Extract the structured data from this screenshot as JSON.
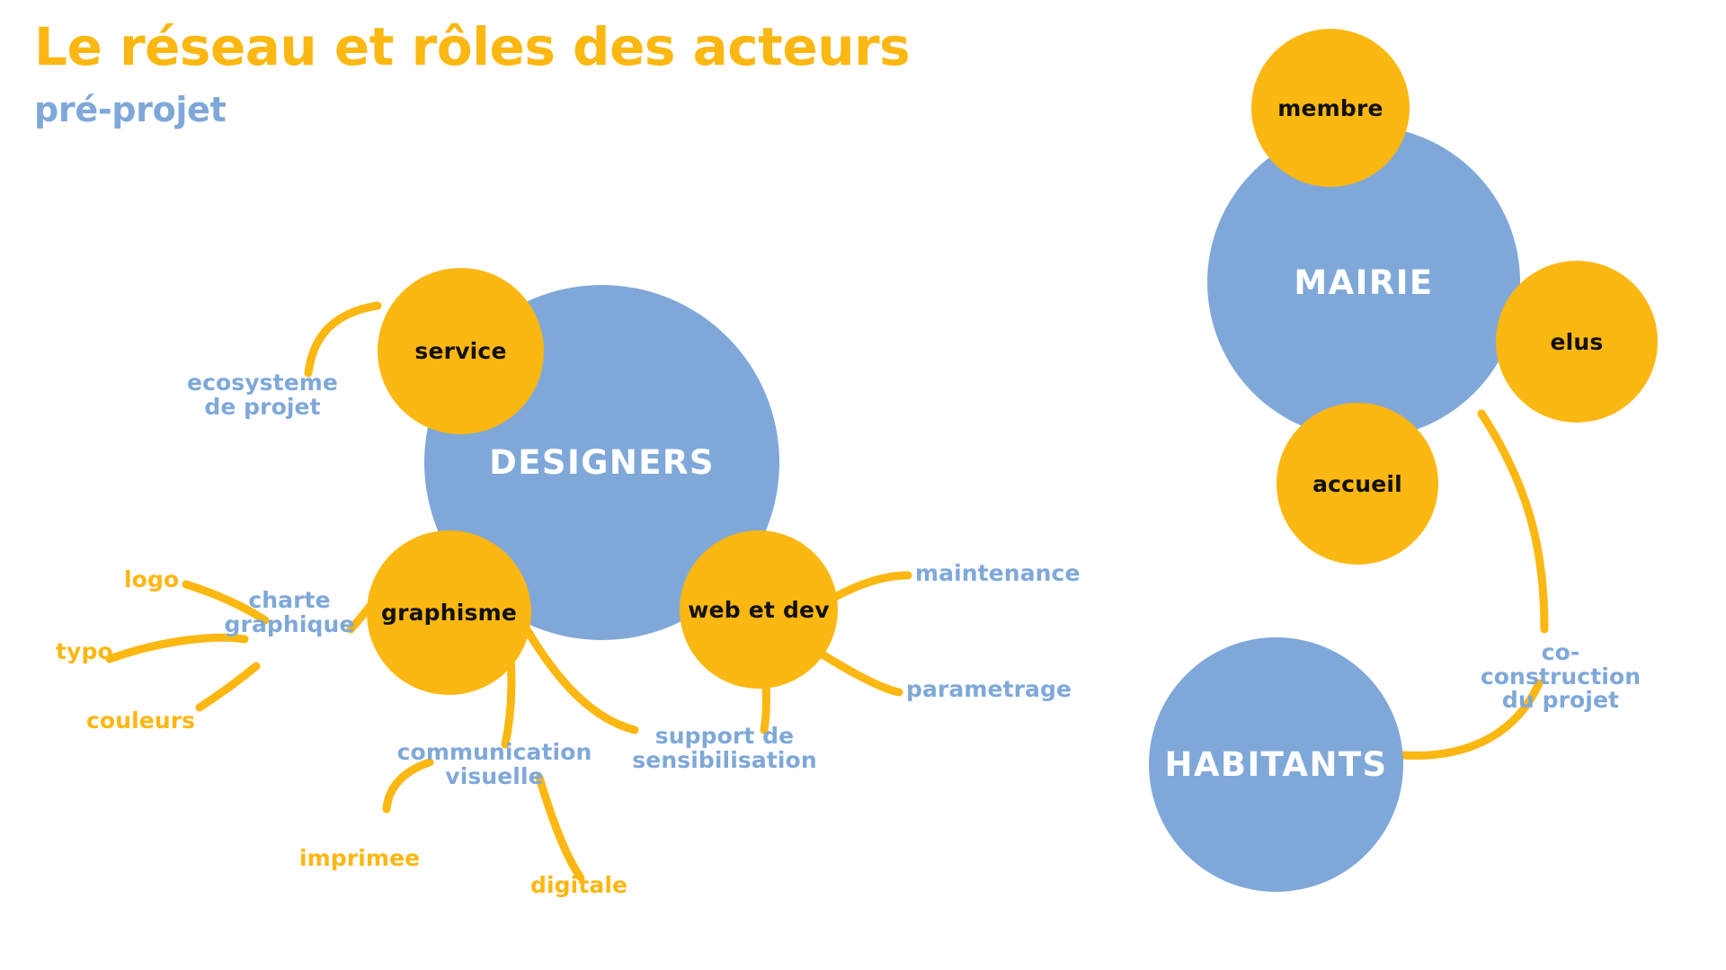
{
  "header": {
    "title": "Le réseau et rôles des acteurs",
    "subtitle": "pré-projet"
  },
  "colors": {
    "orange": "#FBB712",
    "blue": "#7FA8D9",
    "white": "#FFFFFF",
    "black": "#111111",
    "background": "#FFFFFF"
  },
  "diagram": {
    "type": "mind-map",
    "clusters": [
      {
        "id": "designers",
        "hub_label": "DESIGNERS",
        "nodes": [
          "service",
          "graphisme",
          "web et dev"
        ],
        "leaves": [
          "ecosysteme de projet",
          "logo",
          "charte graphique",
          "typo",
          "couleurs",
          "communication visuelle",
          "imprimee",
          "digitale",
          "support de sensibilisation",
          "maintenance",
          "parametrage"
        ]
      },
      {
        "id": "mairie",
        "hub_label": "MAIRIE",
        "nodes": [
          "membre",
          "elus",
          "accueil"
        ],
        "leaves": []
      },
      {
        "id": "habitants",
        "hub_label": "HABITANTS",
        "nodes": [],
        "leaves": [
          "co-construction du projet"
        ]
      }
    ]
  },
  "designers": {
    "hub": "DESIGNERS",
    "service": "service",
    "graphisme": "graphisme",
    "web_et_dev": "web et dev",
    "ecosysteme": "ecosysteme\nde projet",
    "logo": "logo",
    "charte": "charte\ngraphique",
    "typo": "typo",
    "couleurs": "couleurs",
    "communication": "communication\nvisuelle",
    "imprimee": "imprimee",
    "digitale": "digitale",
    "support": "support de\nsensibilisation",
    "maintenance": "maintenance",
    "parametrage": "parametrage"
  },
  "mairie": {
    "hub": "MAIRIE",
    "membre": "membre",
    "elus": "elus",
    "accueil": "accueil"
  },
  "habitants": {
    "hub": "HABITANTS",
    "coconstruction": "co-construction\ndu projet"
  }
}
